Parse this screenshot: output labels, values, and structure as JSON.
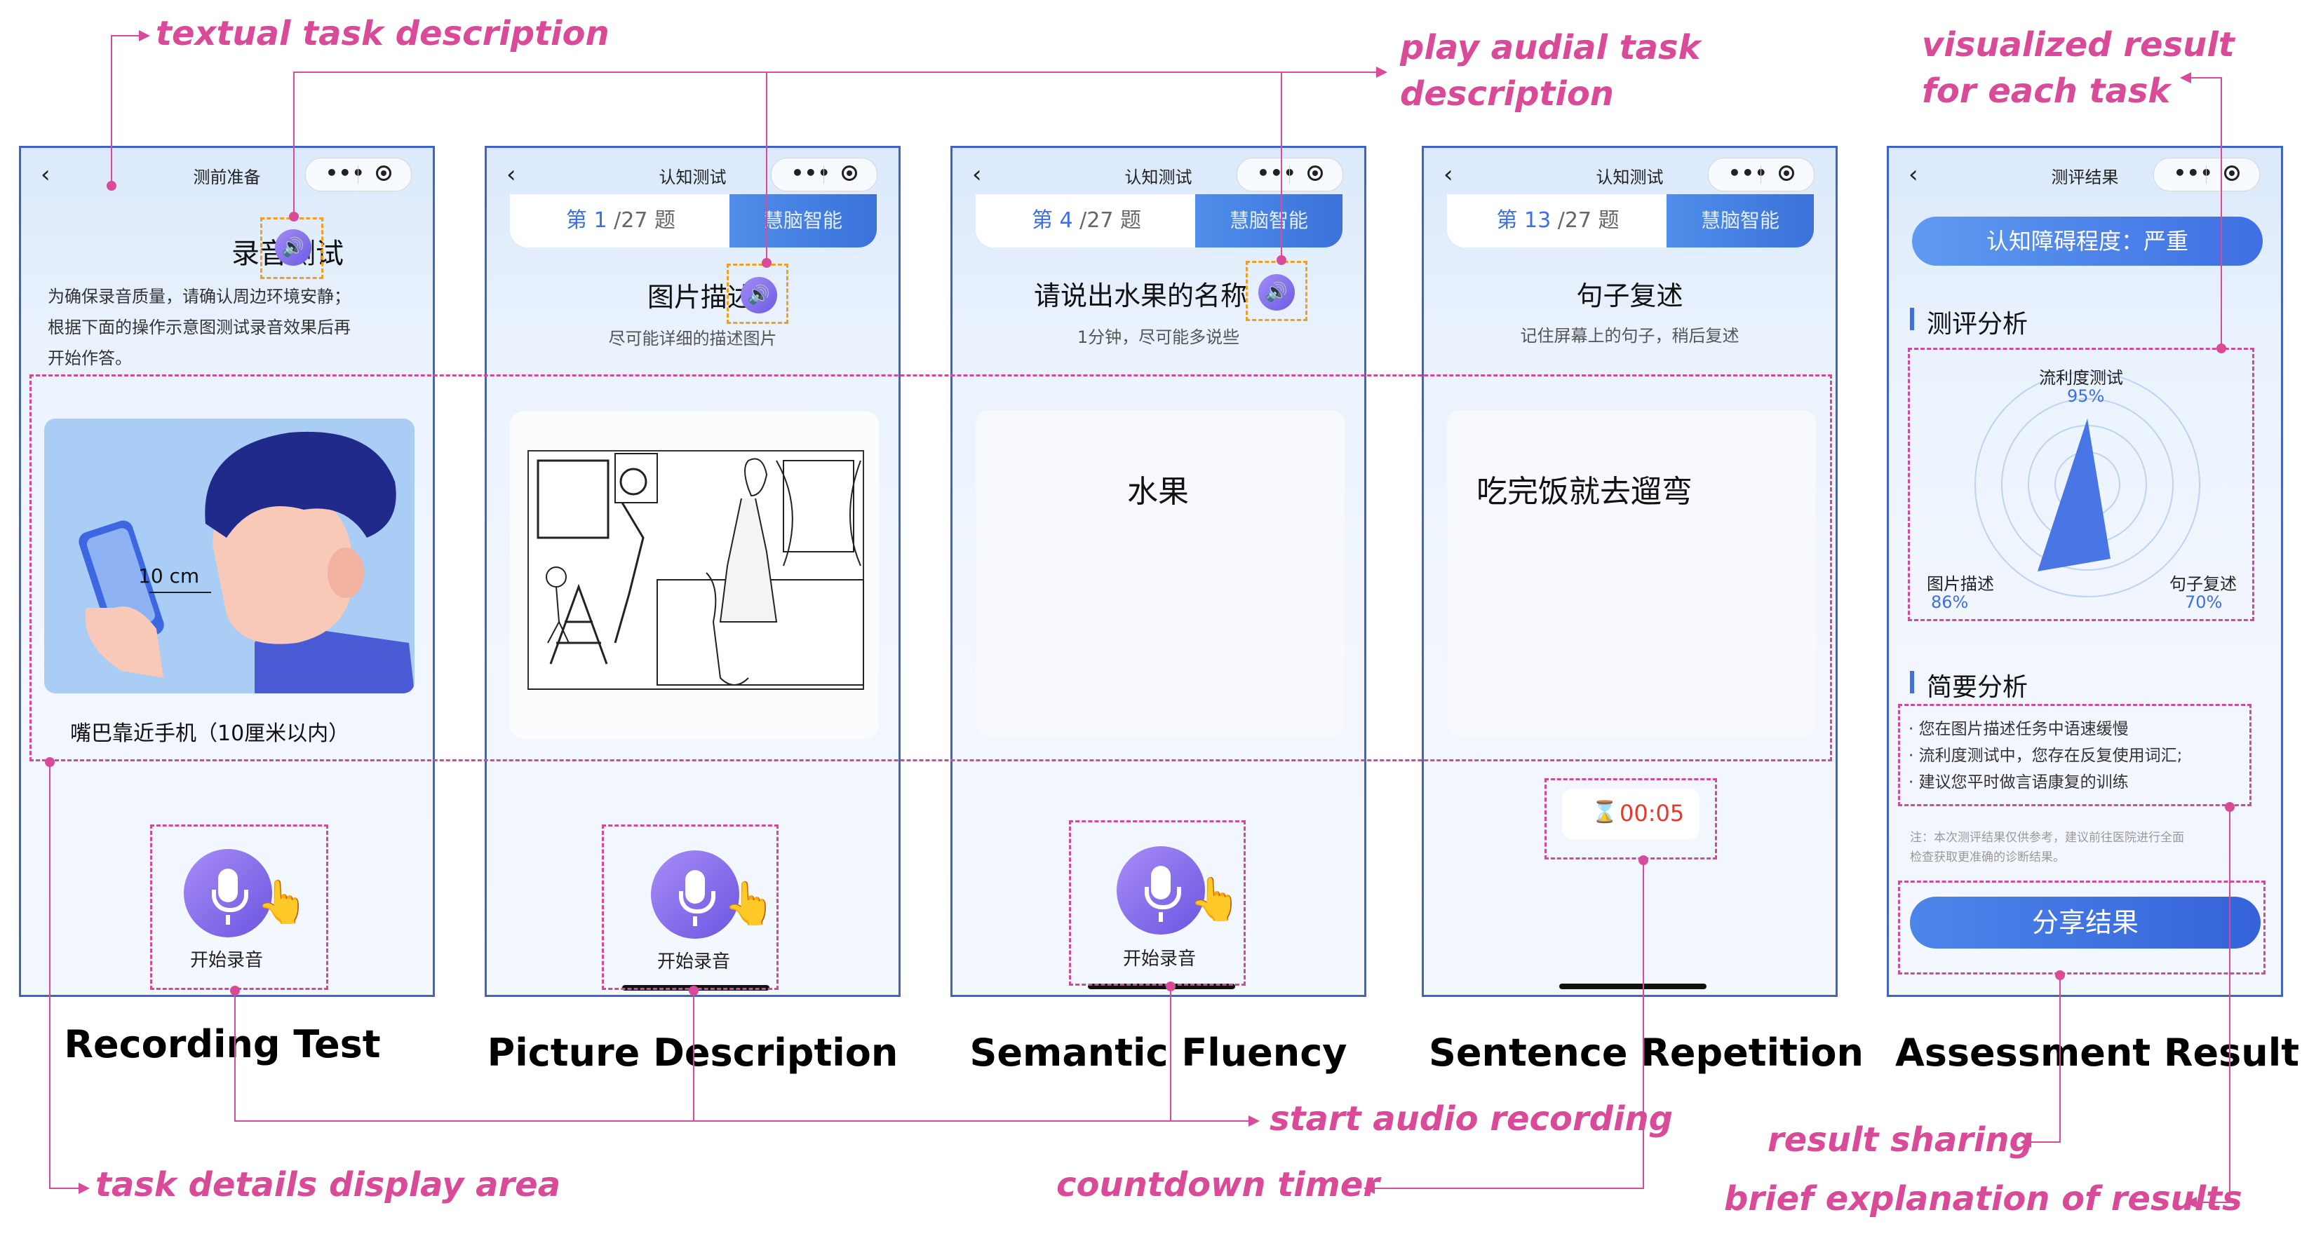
{
  "annotations": {
    "textual_task_description": "textual task description",
    "play_audio_line1": "play audial task",
    "play_audio_line2": "description",
    "visualized_line1": "visualized result",
    "visualized_line2": "for each task",
    "task_details": "task details display area",
    "start_audio": "start audio recording",
    "countdown": "countdown timer",
    "result_sharing": "result sharing",
    "brief_explanation": "brief explanation of results"
  },
  "captions": {
    "recording": "Recording Test",
    "picture": "Picture Description",
    "semantic": "Semantic Fluency",
    "sentence": "Sentence Repetition",
    "result": "Assessment Result"
  },
  "screen1": {
    "title": "测前准备",
    "heading": "录音测试",
    "instructions": [
      "为确保录音质量，请确认周边环境安静；",
      "根据下面的操作示意图测试录音效果后再",
      "开始作答。"
    ],
    "distance": "10 cm",
    "hint": "嘴巴靠近手机（10厘米以内）",
    "mic_label": "开始录音"
  },
  "screen2": {
    "title": "认知测试",
    "tab_prefix": "第",
    "tab_num": "1",
    "tab_total": "/27 题",
    "tab_right": "慧脑智能",
    "heading": "图片描述1",
    "subtext": "尽可能详细的描述图片",
    "mic_label": "开始录音"
  },
  "screen3": {
    "title": "认知测试",
    "tab_prefix": "第",
    "tab_num": "4",
    "tab_total": "/27 题",
    "tab_right": "慧脑智能",
    "heading": "请说出水果的名称",
    "subtext": "1分钟，尽可能多说些",
    "word": "水果",
    "mic_label": "开始录音"
  },
  "screen4": {
    "title": "认知测试",
    "tab_prefix": "第",
    "tab_num": "13",
    "tab_total": "/27 题",
    "tab_right": "慧脑智能",
    "heading": "句子复述",
    "subtext": "记住屏幕上的句子，稍后复述",
    "sentence": "吃完饭就去遛弯",
    "timer": "00:05"
  },
  "screen5": {
    "title": "测评结果",
    "severity": "认知障碍程度：严重",
    "section1": "测评分析",
    "radar": {
      "top_label": "流利度测试",
      "top_value": "95%",
      "left_label": "图片描述",
      "left_value": "86%",
      "right_label": "句子复述",
      "right_value": "70%"
    },
    "section2": "简要分析",
    "bullets": [
      "· 您在图片描述任务中语速缓慢",
      "· 流利度测试中，您存在反复使用词汇;",
      "· 建议您平时做言语康复的训练"
    ],
    "note_line1": "注：本次测评结果仅供参考，建议前往医院进行全面",
    "note_line2": "检查获取更准确的诊断结果。",
    "share": "分享结果"
  },
  "colors": {
    "annotation": "#d94b98",
    "accent": "#3d6fe3",
    "timer": "#e8382b"
  }
}
